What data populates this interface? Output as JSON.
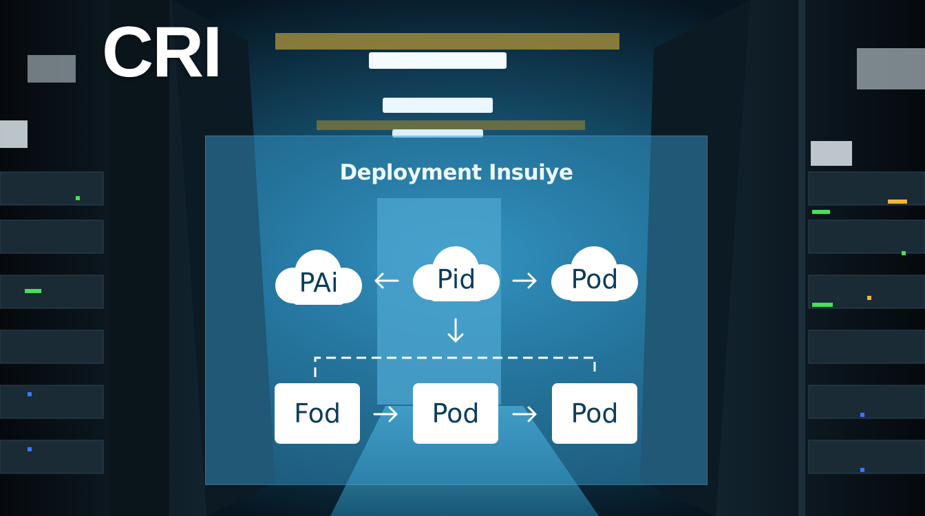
{
  "logo": {
    "text": "CRI"
  },
  "diagram": {
    "title": "Deployment Insuiye",
    "clouds": [
      {
        "label": "PAi"
      },
      {
        "label": "Pid"
      },
      {
        "label": "Pod"
      }
    ],
    "boxes": [
      {
        "label": "Fod"
      },
      {
        "label": "Pod"
      },
      {
        "label": "Pod"
      }
    ]
  },
  "colors": {
    "panel": "#3496c8",
    "node_fill": "#ffffff",
    "node_text": "#0b3d5c",
    "arrow": "#ffffff"
  }
}
